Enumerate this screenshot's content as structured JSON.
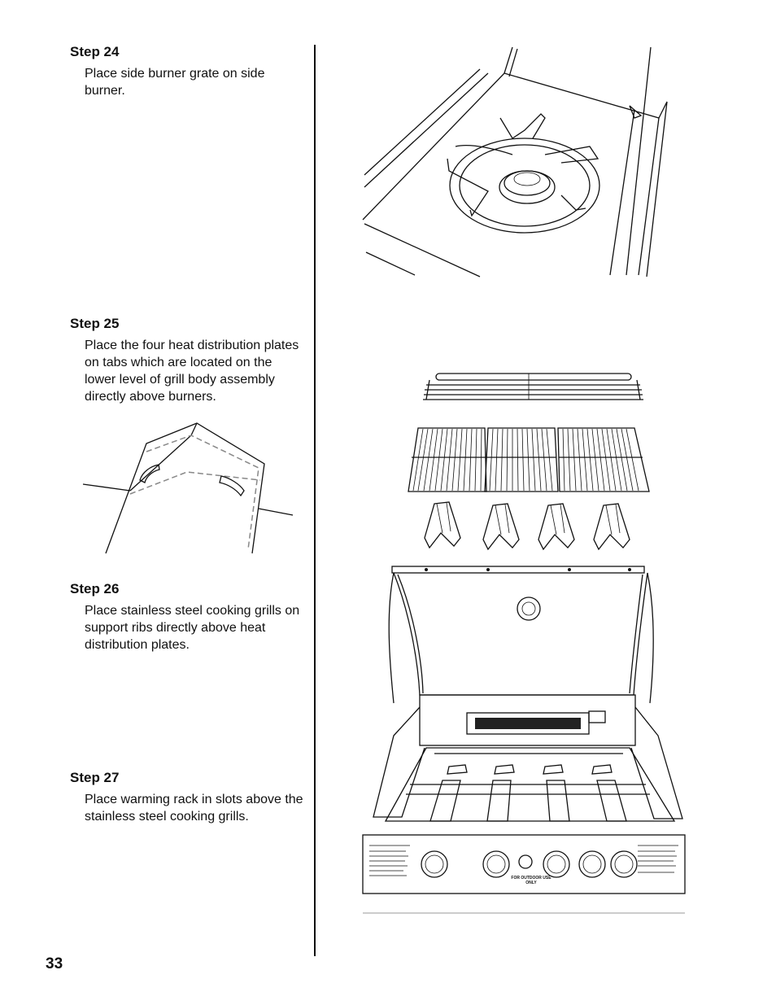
{
  "steps": [
    {
      "title": "Step 24",
      "text": "Place side burner grate on side burner."
    },
    {
      "title": "Step 25",
      "text": "Place the four heat distribution plates on tabs which are located on the lower level of grill body assembly directly above burners."
    },
    {
      "title": "Step 26",
      "text": "Place stainless steel cooking grills on support ribs directly above heat distribution plates."
    },
    {
      "title": "Step 27",
      "text": "Place warming rack in slots above the stainless steel cooking grills."
    }
  ],
  "page_number": "33",
  "panel": {
    "outdoor_label": "FOR OUTDOOR USE ONLY"
  }
}
